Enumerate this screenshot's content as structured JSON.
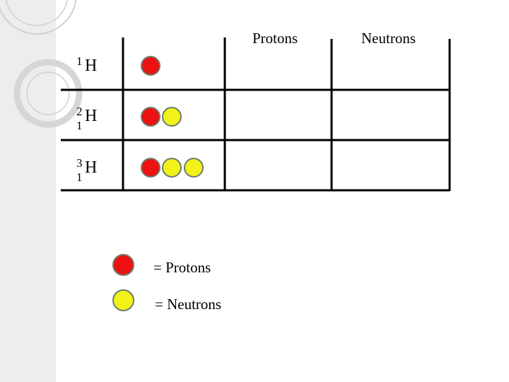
{
  "headers": {
    "protons": "Protons",
    "neutrons": "Neutrons"
  },
  "isotopes": [
    {
      "symbol": "H",
      "mass_number": "1",
      "atomic_number": ""
    },
    {
      "symbol": "H",
      "mass_number": "2",
      "atomic_number": "1"
    },
    {
      "symbol": "H",
      "mass_number": "3",
      "atomic_number": "1"
    }
  ],
  "legend": {
    "protons_label": "= Protons",
    "neutrons_label": "= Neutrons"
  },
  "colors": {
    "proton": "#ee1111",
    "neutron": "#f2f21a",
    "particle_border": "#6b7d6b",
    "left_panel": "#ededed"
  }
}
